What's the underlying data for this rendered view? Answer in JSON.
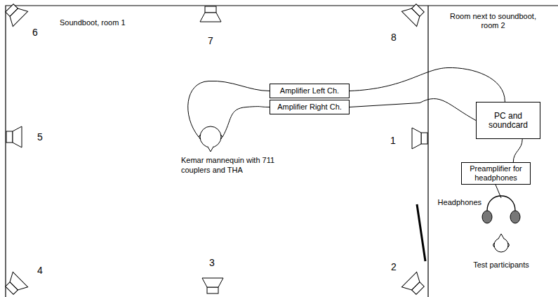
{
  "diagram": {
    "nodes": [
      {
        "text": [
          "Amplifier Left Ch."
        ]
      },
      {
        "text": [
          "Amplifier Right Ch."
        ]
      },
      {
        "text": [
          "PC and soundcard"
        ]
      },
      {
        "text": [
          "Kemar mannequin with 711 couplers and THA"
        ]
      },
      {
        "text": [
          "Preamplifier for headphones"
        ]
      },
      {
        "text": [
          "Test participants"
        ]
      }
    ],
    "edges": [
      {
        "from": 3,
        "to": 0,
        "arrow": "none"
      },
      {
        "from": 3,
        "to": 1,
        "arrow": "none"
      },
      {
        "from": 0,
        "to": 2,
        "arrow": "none"
      },
      {
        "from": 1,
        "to": 2,
        "arrow": "none"
      },
      {
        "from": 2,
        "to": 4,
        "arrow": "none"
      }
    ],
    "labels": [
      "Soundboot, room 1",
      "Room next to soundboot, room 2",
      "6",
      "7",
      "8",
      "5",
      "1",
      "4",
      "3",
      "2",
      "Headphones"
    ]
  }
}
